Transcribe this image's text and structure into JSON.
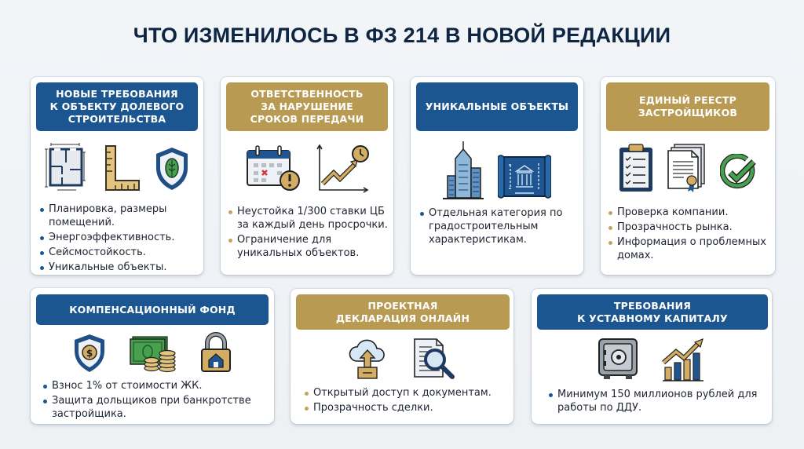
{
  "page": {
    "title": "ЧТО ИЗМЕНИЛОСЬ В ФЗ 214 В НОВОЙ РЕДАКЦИИ"
  },
  "colors": {
    "navy": "#0f2544",
    "blue": "#1c5690",
    "gold": "#b99a52",
    "green": "#3f9d4a"
  },
  "cards": [
    {
      "header": "НОВЫЕ ТРЕБОВАНИЯ\nК ОБЪЕКТУ ДОЛЕВОГО\nСТРОИТЕЛЬСТВА",
      "style": "blue",
      "icons": [
        "floor-plan-icon",
        "ruler-square-icon",
        "eco-shield-icon"
      ],
      "bullets": [
        "Планировка, размеры помещений.",
        "Энергоэффективность.",
        "Сейсмостойкость.",
        "Уникальные объекты."
      ]
    },
    {
      "header": "ОТВЕТСТВЕННОСТЬ\nЗА НАРУШЕНИЕ\nСРОКОВ ПЕРЕДАЧИ",
      "style": "gold",
      "icons": [
        "calendar-warning-icon",
        "rising-chart-clock-icon"
      ],
      "bullets": [
        "Неустойка 1/300 ставки ЦБ за каждый день просрочки.",
        "Ограничение для уникальных объектов."
      ]
    },
    {
      "header": "УНИКАЛЬНЫЕ ОБЪЕКТЫ",
      "style": "blue",
      "icons": [
        "skyscraper-icon",
        "blueprint-building-icon"
      ],
      "bullets": [
        "Отдельная категория по градостроительным характеристикам."
      ]
    },
    {
      "header": "ЕДИНЫЙ РЕЕСТР\nЗАСТРОЙЩИКОВ",
      "style": "gold",
      "icons": [
        "checklist-clipboard-icon",
        "certificate-document-icon",
        "check-circle-icon"
      ],
      "bullets": [
        "Проверка компании.",
        "Прозрачность рынка.",
        "Информация о проблемных домах."
      ]
    },
    {
      "header": "КОМПЕНСАЦИОННЫЙ ФОНД",
      "style": "blue",
      "icons": [
        "dollar-shield-icon",
        "money-coins-icon",
        "house-lock-icon"
      ],
      "bullets": [
        "Взнос 1% от стоимости ЖК.",
        "Защита дольщиков при банкротстве застройщика."
      ]
    },
    {
      "header": "ПРОЕКТНАЯ\nДЕКЛАРАЦИЯ ОНЛАЙН",
      "style": "gold",
      "icons": [
        "cloud-upload-icon",
        "document-search-icon"
      ],
      "bullets": [
        "Открытый доступ к документам.",
        "Прозрачность сделки."
      ]
    },
    {
      "header": "ТРЕБОВАНИЯ\nК УСТАВНОМУ КАПИТАЛУ",
      "style": "blue",
      "icons": [
        "safe-icon",
        "growth-bar-chart-icon"
      ],
      "bullets": [
        "Минимум 150 миллионов рублей для работы по ДДУ."
      ]
    }
  ]
}
